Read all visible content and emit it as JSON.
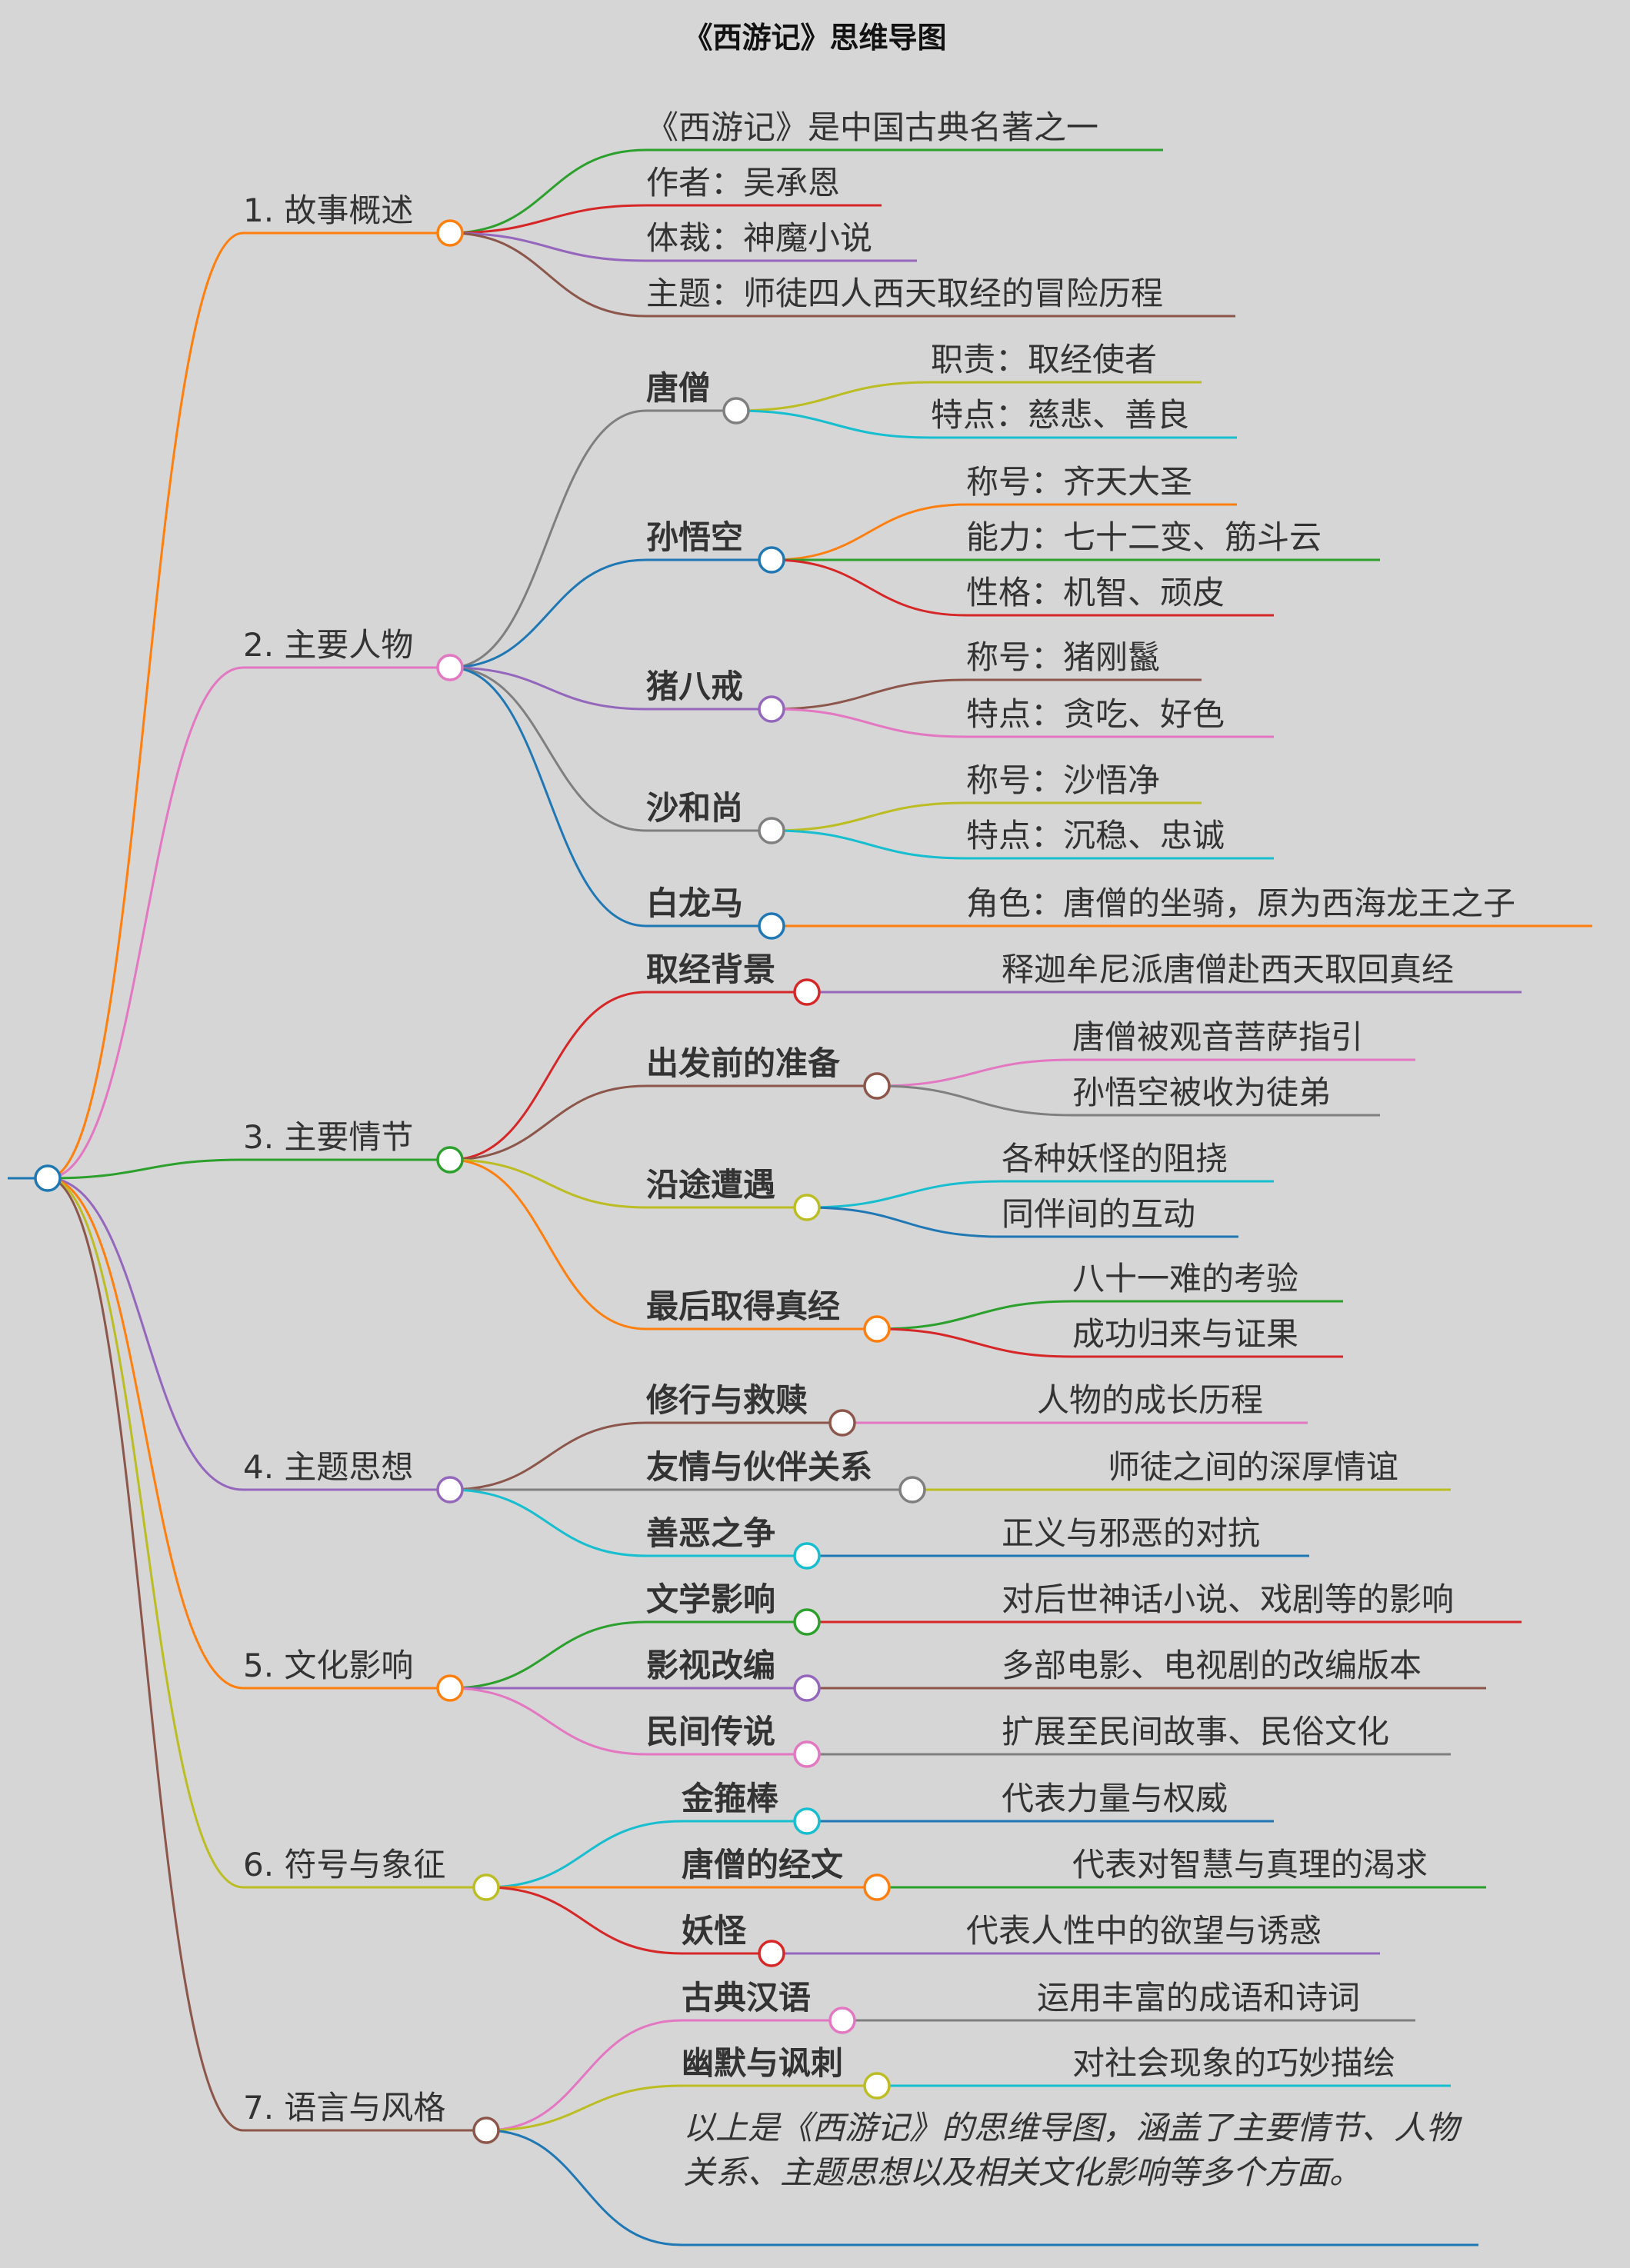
{
  "title": "《西游记》思维导图",
  "colors": {
    "background": "#d6d6d6",
    "orange": "#ff7f0e",
    "blue": "#1f77b4",
    "green": "#2ca02c",
    "red": "#d62728",
    "purple": "#9467bd",
    "brown": "#8c564b",
    "pink": "#e377c2",
    "gray": "#7f7f7f",
    "olive": "#bcbd22",
    "cyan": "#17becf"
  },
  "nodes": [
    {
      "id": "b1",
      "text": "1. 故事概述",
      "children": [
        {
          "id": "b1c1",
          "text": "《西游记》是中国古典名著之一"
        },
        {
          "id": "b1c2",
          "text": "作者：吴承恩"
        },
        {
          "id": "b1c3",
          "text": "体裁：神魔小说"
        },
        {
          "id": "b1c4",
          "text": "主题：师徒四人西天取经的冒险历程"
        }
      ]
    },
    {
      "id": "b2",
      "text": "2. 主要人物",
      "children": [
        {
          "id": "b2c1",
          "text": "唐僧",
          "children": [
            {
              "id": "b2c1a",
              "text": "职责：取经使者"
            },
            {
              "id": "b2c1b",
              "text": "特点：慈悲、善良"
            }
          ]
        },
        {
          "id": "b2c2",
          "text": "孙悟空",
          "children": [
            {
              "id": "b2c2a",
              "text": "称号：齐天大圣"
            },
            {
              "id": "b2c2b",
              "text": "能力：七十二变、筋斗云"
            },
            {
              "id": "b2c2c",
              "text": "性格：机智、顽皮"
            }
          ]
        },
        {
          "id": "b2c3",
          "text": "猪八戒",
          "children": [
            {
              "id": "b2c3a",
              "text": "称号：猪刚鬣"
            },
            {
              "id": "b2c3b",
              "text": "特点：贪吃、好色"
            }
          ]
        },
        {
          "id": "b2c4",
          "text": "沙和尚",
          "children": [
            {
              "id": "b2c4a",
              "text": "称号：沙悟净"
            },
            {
              "id": "b2c4b",
              "text": "特点：沉稳、忠诚"
            }
          ]
        },
        {
          "id": "b2c5",
          "text": "白龙马",
          "children": [
            {
              "id": "b2c5a",
              "text": "角色：唐僧的坐骑，原为西海龙王之子"
            }
          ]
        }
      ]
    },
    {
      "id": "b3",
      "text": "3. 主要情节",
      "children": [
        {
          "id": "b3c1",
          "text": "取经背景",
          "children": [
            {
              "id": "b3c1a",
              "text": "释迦牟尼派唐僧赴西天取回真经"
            }
          ]
        },
        {
          "id": "b3c2",
          "text": "出发前的准备",
          "children": [
            {
              "id": "b3c2a",
              "text": "唐僧被观音菩萨指引"
            },
            {
              "id": "b3c2b",
              "text": "孙悟空被收为徒弟"
            }
          ]
        },
        {
          "id": "b3c3",
          "text": "沿途遭遇",
          "children": [
            {
              "id": "b3c3a",
              "text": "各种妖怪的阻挠"
            },
            {
              "id": "b3c3b",
              "text": "同伴间的互动"
            }
          ]
        },
        {
          "id": "b3c4",
          "text": "最后取得真经",
          "children": [
            {
              "id": "b3c4a",
              "text": "八十一难的考验"
            },
            {
              "id": "b3c4b",
              "text": "成功归来与证果"
            }
          ]
        }
      ]
    },
    {
      "id": "b4",
      "text": "4. 主题思想",
      "children": [
        {
          "id": "b4c1",
          "text": "修行与救赎",
          "children": [
            {
              "id": "b4c1a",
              "text": "人物的成长历程"
            }
          ]
        },
        {
          "id": "b4c2",
          "text": "友情与伙伴关系",
          "children": [
            {
              "id": "b4c2a",
              "text": "师徒之间的深厚情谊"
            }
          ]
        },
        {
          "id": "b4c3",
          "text": "善恶之争",
          "children": [
            {
              "id": "b4c3a",
              "text": "正义与邪恶的对抗"
            }
          ]
        }
      ]
    },
    {
      "id": "b5",
      "text": "5. 文化影响",
      "children": [
        {
          "id": "b5c1",
          "text": "文学影响",
          "children": [
            {
              "id": "b5c1a",
              "text": "对后世神话小说、戏剧等的影响"
            }
          ]
        },
        {
          "id": "b5c2",
          "text": "影视改编",
          "children": [
            {
              "id": "b5c2a",
              "text": "多部电影、电视剧的改编版本"
            }
          ]
        },
        {
          "id": "b5c3",
          "text": "民间传说",
          "children": [
            {
              "id": "b5c3a",
              "text": "扩展至民间故事、民俗文化"
            }
          ]
        }
      ]
    },
    {
      "id": "b6",
      "text": "6. 符号与象征",
      "children": [
        {
          "id": "b6c1",
          "text": "金箍棒",
          "children": [
            {
              "id": "b6c1a",
              "text": "代表力量与权威"
            }
          ]
        },
        {
          "id": "b6c2",
          "text": "唐僧的经文",
          "children": [
            {
              "id": "b6c2a",
              "text": "代表对智慧与真理的渴求"
            }
          ]
        },
        {
          "id": "b6c3",
          "text": "妖怪",
          "children": [
            {
              "id": "b6c3a",
              "text": "代表人性中的欲望与诱惑"
            }
          ]
        }
      ]
    },
    {
      "id": "b7",
      "text": "7. 语言与风格",
      "children": [
        {
          "id": "b7c1",
          "text": "古典汉语",
          "children": [
            {
              "id": "b7c1a",
              "text": "运用丰富的成语和诗词"
            }
          ]
        },
        {
          "id": "b7c2",
          "text": "幽默与讽刺",
          "children": [
            {
              "id": "b7c2a",
              "text": "对社会现象的巧妙描绘"
            }
          ]
        },
        {
          "id": "b7c3",
          "text": "以上是《西游记》的思维导图，涵盖了主要情节、人物关系、主题思想以及相关文化影响等多个方面。"
        }
      ]
    }
  ]
}
